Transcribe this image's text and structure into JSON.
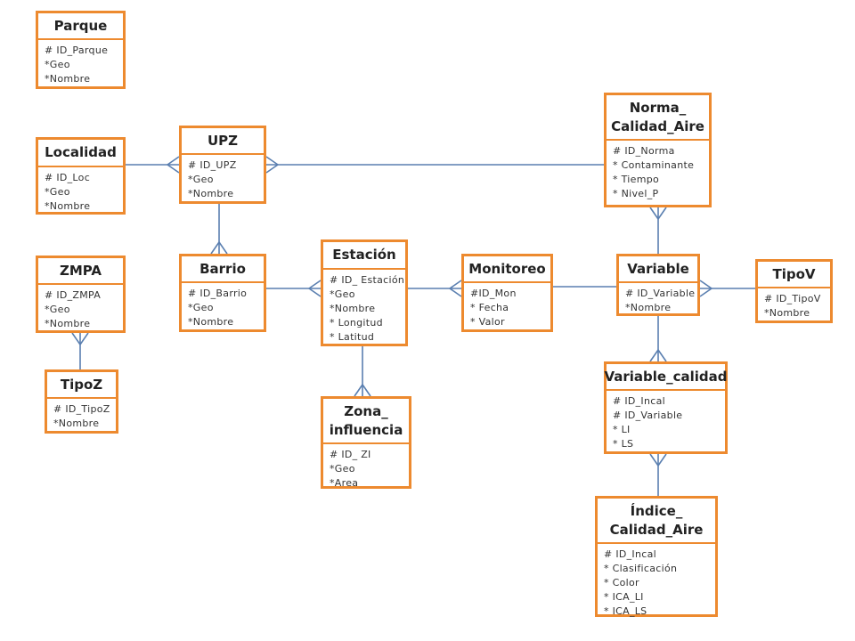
{
  "colors": {
    "entity_border": "#ed8a2f",
    "connector": "#5a7fb0"
  },
  "entities": {
    "parque": {
      "name": "Parque",
      "attrs": [
        "# ID_Parque",
        "*Geo",
        "*Nombre"
      ]
    },
    "localidad": {
      "name": "Localidad",
      "attrs": [
        "# ID_Loc",
        "*Geo",
        "*Nombre"
      ]
    },
    "upz": {
      "name": "UPZ",
      "attrs": [
        "# ID_UPZ",
        "*Geo",
        "*Nombre"
      ]
    },
    "norma": {
      "name": "Norma_ Calidad_Aire",
      "attrs": [
        "# ID_Norma",
        "* Contaminante",
        "* Tiempo",
        "* Nivel_P"
      ]
    },
    "zmpa": {
      "name": "ZMPA",
      "attrs": [
        "# ID_ZMPA",
        "*Geo",
        "*Nombre"
      ]
    },
    "barrio": {
      "name": "Barrio",
      "attrs": [
        "# ID_Barrio",
        "*Geo",
        "*Nombre"
      ]
    },
    "estacion": {
      "name": "Estación",
      "attrs": [
        "# ID_ Estación",
        "*Geo",
        "*Nombre",
        "* Longitud",
        "* Latitud"
      ]
    },
    "monitoreo": {
      "name": "Monitoreo",
      "attrs": [
        "#ID_Mon",
        "* Fecha",
        "* Valor"
      ]
    },
    "variable": {
      "name": "Variable",
      "attrs": [
        "# ID_Variable",
        "*Nombre"
      ]
    },
    "tipov": {
      "name": "TipoV",
      "attrs": [
        "# ID_TipoV",
        "*Nombre"
      ]
    },
    "tipoz": {
      "name": "TipoZ",
      "attrs": [
        "# ID_TipoZ",
        "*Nombre"
      ]
    },
    "zona": {
      "name": "Zona_ influencia",
      "attrs": [
        "# ID_ ZI",
        "*Geo",
        "*Area"
      ]
    },
    "variable_calidad": {
      "name": "Variable_calidad",
      "attrs": [
        "# ID_Incal",
        "# ID_Variable",
        "* LI",
        "* LS"
      ]
    },
    "indice": {
      "name": "Índice_ Calidad_Aire",
      "attrs": [
        "# ID_Incal",
        "* Clasificación",
        "* Color",
        "* ICA_LI",
        "* ICA_LS"
      ]
    }
  }
}
